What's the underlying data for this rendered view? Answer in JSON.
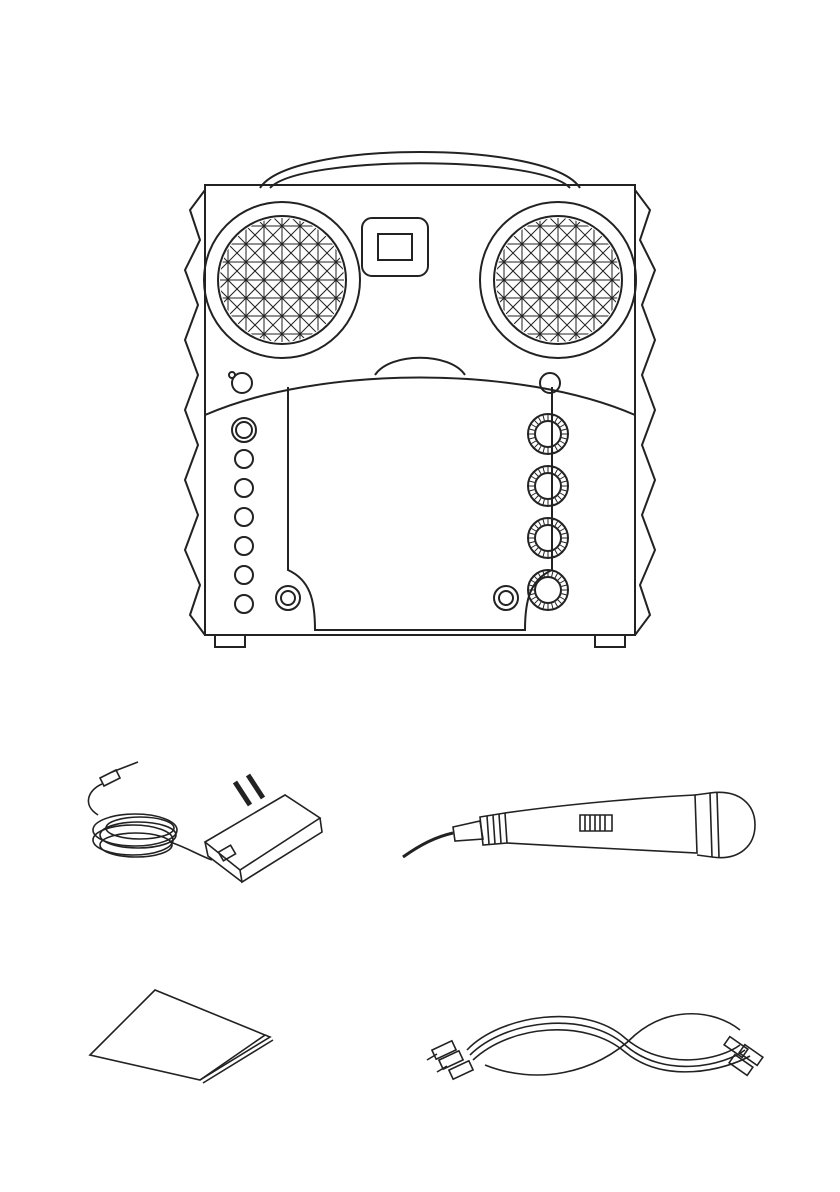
{
  "page": {
    "background_color": "#ffffff",
    "line_color": "#222222"
  },
  "items": [
    {
      "id": "karaoke-machine",
      "icon": "karaoke-machine-icon"
    },
    {
      "id": "power-adapter",
      "icon": "ac-adapter-icon"
    },
    {
      "id": "microphone",
      "icon": "microphone-icon"
    },
    {
      "id": "manual",
      "icon": "instruction-manual-icon"
    },
    {
      "id": "av-cable",
      "icon": "rca-cable-icon"
    }
  ],
  "karaoke_machine": {
    "left_button_count": 7,
    "right_knob_count": 4,
    "speaker_count": 2
  }
}
